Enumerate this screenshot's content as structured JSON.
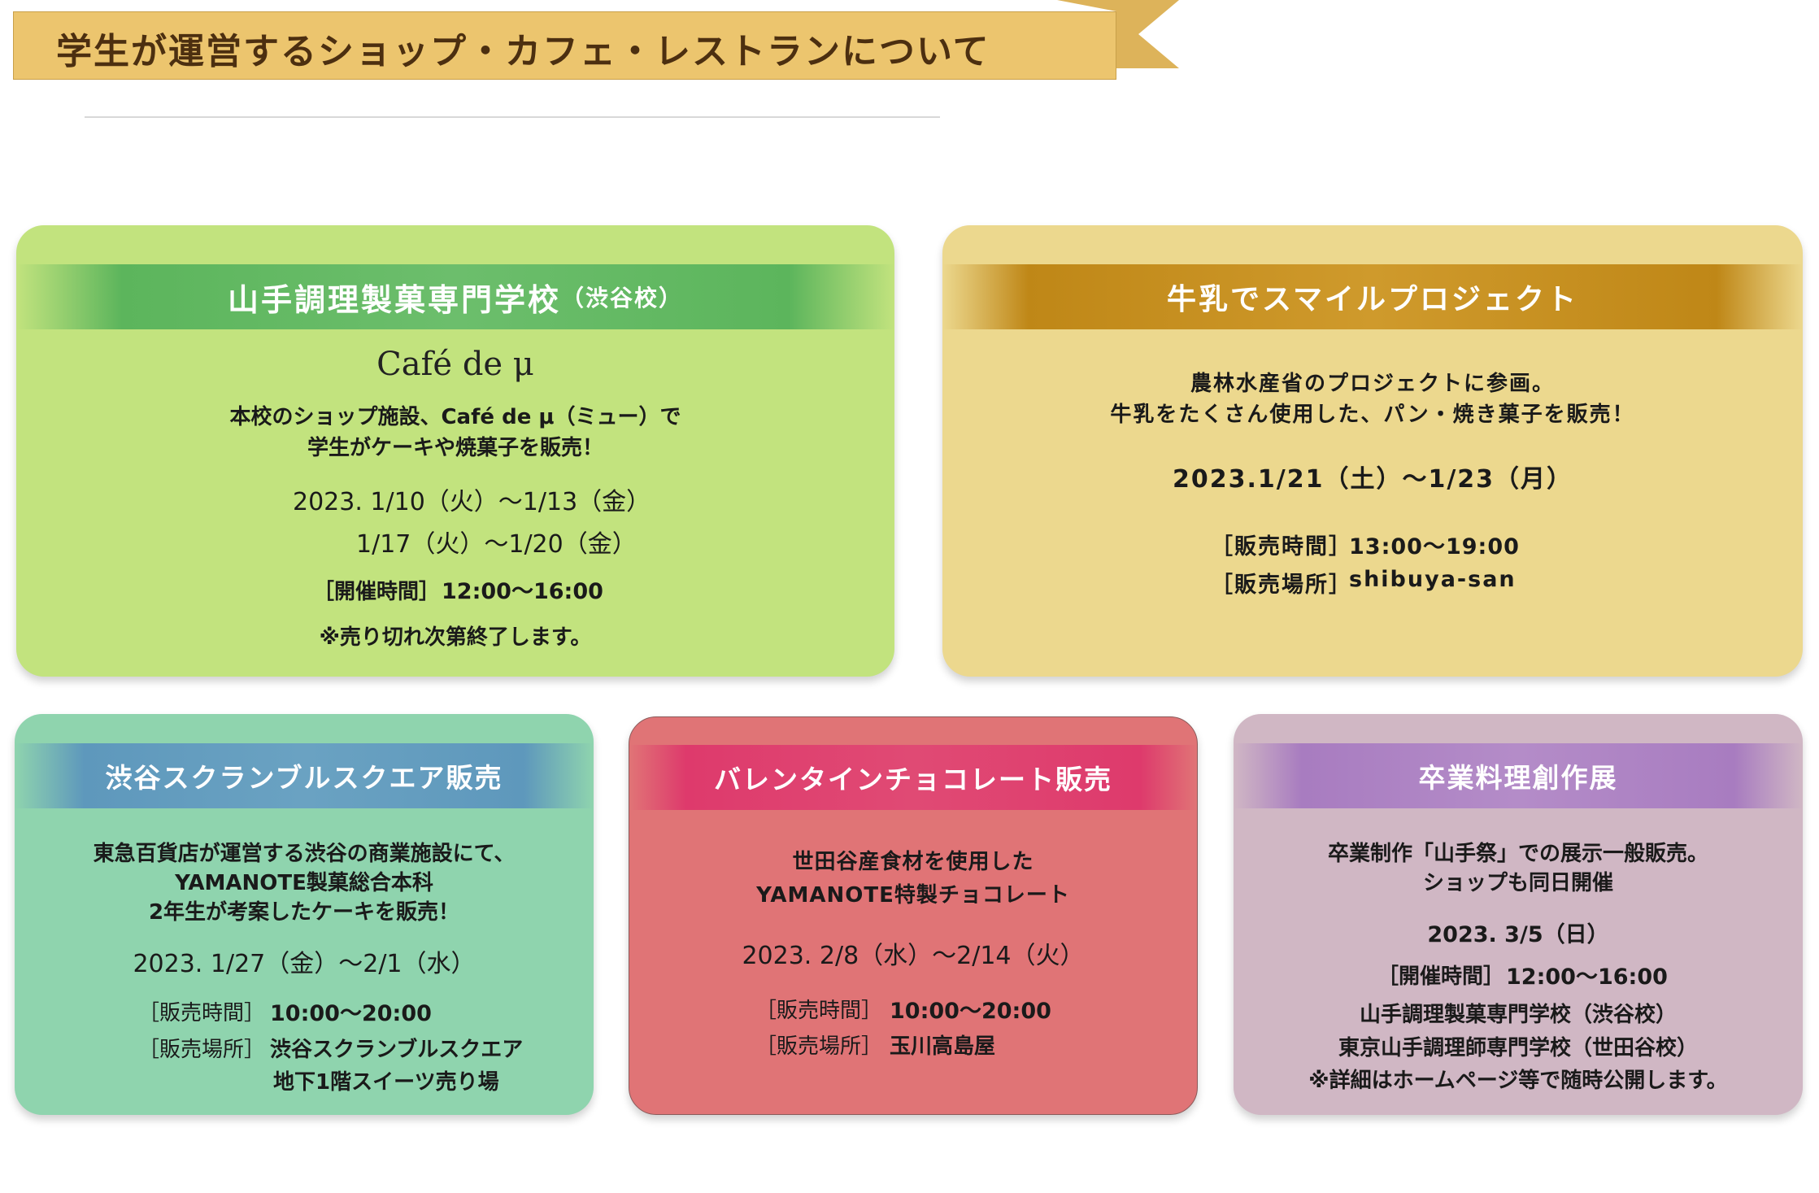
{
  "header": {
    "title": "学生が運営するショップ・カフェ・レストランについて"
  },
  "cards": [
    {
      "title_main": "山手調理製菓専門学校",
      "title_sub": "（渋谷校）",
      "shop_name": "Café de μ",
      "desc": [
        "本校のショップ施設、Café de μ（ミュー）で",
        "学生がケーキや焼菓子を販売！"
      ],
      "dates": [
        "2023. 1/10（火）～1/13（金）",
        "1/17（火）～1/20（金）"
      ],
      "hours_label": "［開催時間］",
      "hours": "12:00～16:00",
      "note": "※売り切れ次第終了します。",
      "color": "#c2e37e",
      "header_color": "#5cb55c"
    },
    {
      "title": "牛乳でスマイルプロジェクト",
      "desc": [
        "農林水産省のプロジェクトに参画。",
        "牛乳をたくさん使用した、パン・焼き菓子を販売！"
      ],
      "dates": "2023.1/21（土）～1/23（月）",
      "hours_label": "［販売時間］",
      "hours": "13:00～19:00",
      "place_label": "［販売場所］",
      "place": "shibuya-san",
      "color": "#ecd88e",
      "header_color": "#c08a1a"
    },
    {
      "title": "渋谷スクランブルスクエア販売",
      "desc": [
        "東急百貨店が運営する渋谷の商業施設にて、",
        "YAMANOTE製菓総合本科",
        "2年生が考案したケーキを販売！"
      ],
      "dates": "2023. 1/27（金）～2/1（水）",
      "hours_label": "［販売時間］",
      "hours": "10:00～20:00",
      "place_label": "［販売場所］",
      "place": [
        "渋谷スクランブルスクエア",
        "地下1階スイーツ売り場"
      ],
      "color": "#8fd4ae",
      "header_color": "#5e98bc"
    },
    {
      "title": "バレンタインチョコレート販売",
      "desc": [
        "世田谷産食材を使用した",
        "YAMANOTE特製チョコレート"
      ],
      "dates": "2023. 2/8（水）～2/14（火）",
      "hours_label": "［販売時間］",
      "hours": "10:00～20:00",
      "place_label": "［販売場所］",
      "place": "玉川高島屋",
      "color": "#e07476",
      "header_color": "#de3a6c"
    },
    {
      "title": "卒業料理創作展",
      "desc": [
        "卒業制作「山手祭」での展示一般販売。",
        "ショップも同日開催"
      ],
      "dates": "2023. 3/5（日）",
      "hours_label": "［開催時間］",
      "hours": "12:00～16:00",
      "schools": [
        "山手調理製菓専門学校（渋谷校）",
        "東京山手調理師専門学校（世田谷校）"
      ],
      "note": "※詳細はホームページ等で随時公開します。",
      "color": "#d0b7c4",
      "header_color": "#ad80c4"
    }
  ]
}
